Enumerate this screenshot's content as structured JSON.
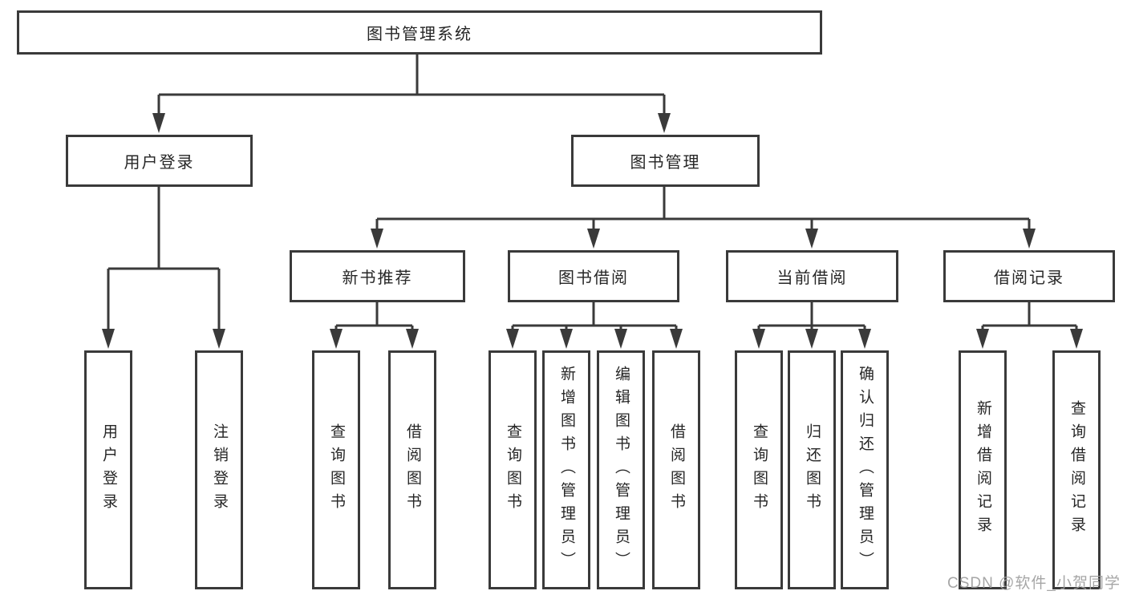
{
  "colors": {
    "line": "#3a3a3a",
    "text": "#262626",
    "background": "#ffffff",
    "watermark": "#9d9d9d"
  },
  "diagram": {
    "root": {
      "label": "图书管理系统"
    },
    "branches": {
      "user_login": {
        "label": "用户登录",
        "children": [
          {
            "label": "用户登录"
          },
          {
            "label": "注销登录"
          }
        ]
      },
      "book_management": {
        "label": "图书管理",
        "sections": [
          {
            "label": "新书推荐",
            "children": [
              {
                "label": "查询图书"
              },
              {
                "label": "借阅图书"
              }
            ]
          },
          {
            "label": "图书借阅",
            "children": [
              {
                "label": "查询图书"
              },
              {
                "label": "新增图书（管理员）"
              },
              {
                "label": "编辑图书（管理员）"
              },
              {
                "label": "借阅图书"
              }
            ]
          },
          {
            "label": "当前借阅",
            "children": [
              {
                "label": "查询图书"
              },
              {
                "label": "归还图书"
              },
              {
                "label": "确认归还（管理员）"
              }
            ]
          },
          {
            "label": "借阅记录",
            "children": [
              {
                "label": "新增借阅记录"
              },
              {
                "label": "查询借阅记录"
              }
            ]
          }
        ]
      }
    }
  },
  "watermark": {
    "text": "CSDN @软件_小贺同学"
  }
}
